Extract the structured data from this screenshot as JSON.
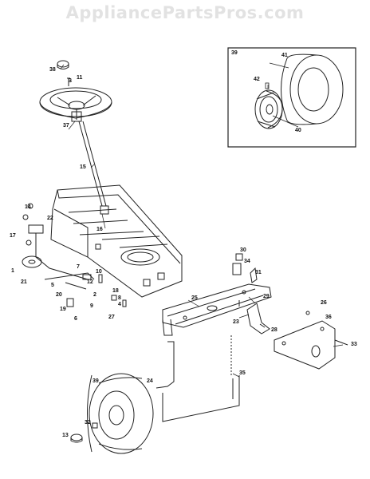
{
  "watermark": "AppliancePartsPros.com",
  "callouts": [
    "39",
    "41",
    "42",
    "40",
    "38",
    "3",
    "11",
    "37",
    "15",
    "14",
    "22",
    "16",
    "17",
    "30",
    "34",
    "31",
    "7",
    "10",
    "12",
    "2",
    "18",
    "8",
    "4",
    "5",
    "20",
    "1",
    "21",
    "19",
    "9",
    "6",
    "25",
    "29",
    "27",
    "26",
    "36",
    "23",
    "28",
    "33",
    "24",
    "35",
    "39",
    "32",
    "13"
  ]
}
